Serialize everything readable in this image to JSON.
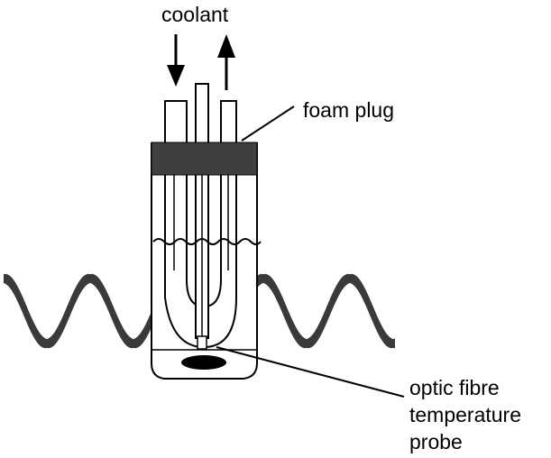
{
  "labels": {
    "coolant": "coolant",
    "foam_plug": "foam plug",
    "probe_line1": "optic fibre",
    "probe_line2": "temperature",
    "probe_line3": "probe"
  },
  "colors": {
    "line": "#000000",
    "foam_plug": "#3f3f3f",
    "wave": "#3a3a3a",
    "background": "#ffffff"
  }
}
